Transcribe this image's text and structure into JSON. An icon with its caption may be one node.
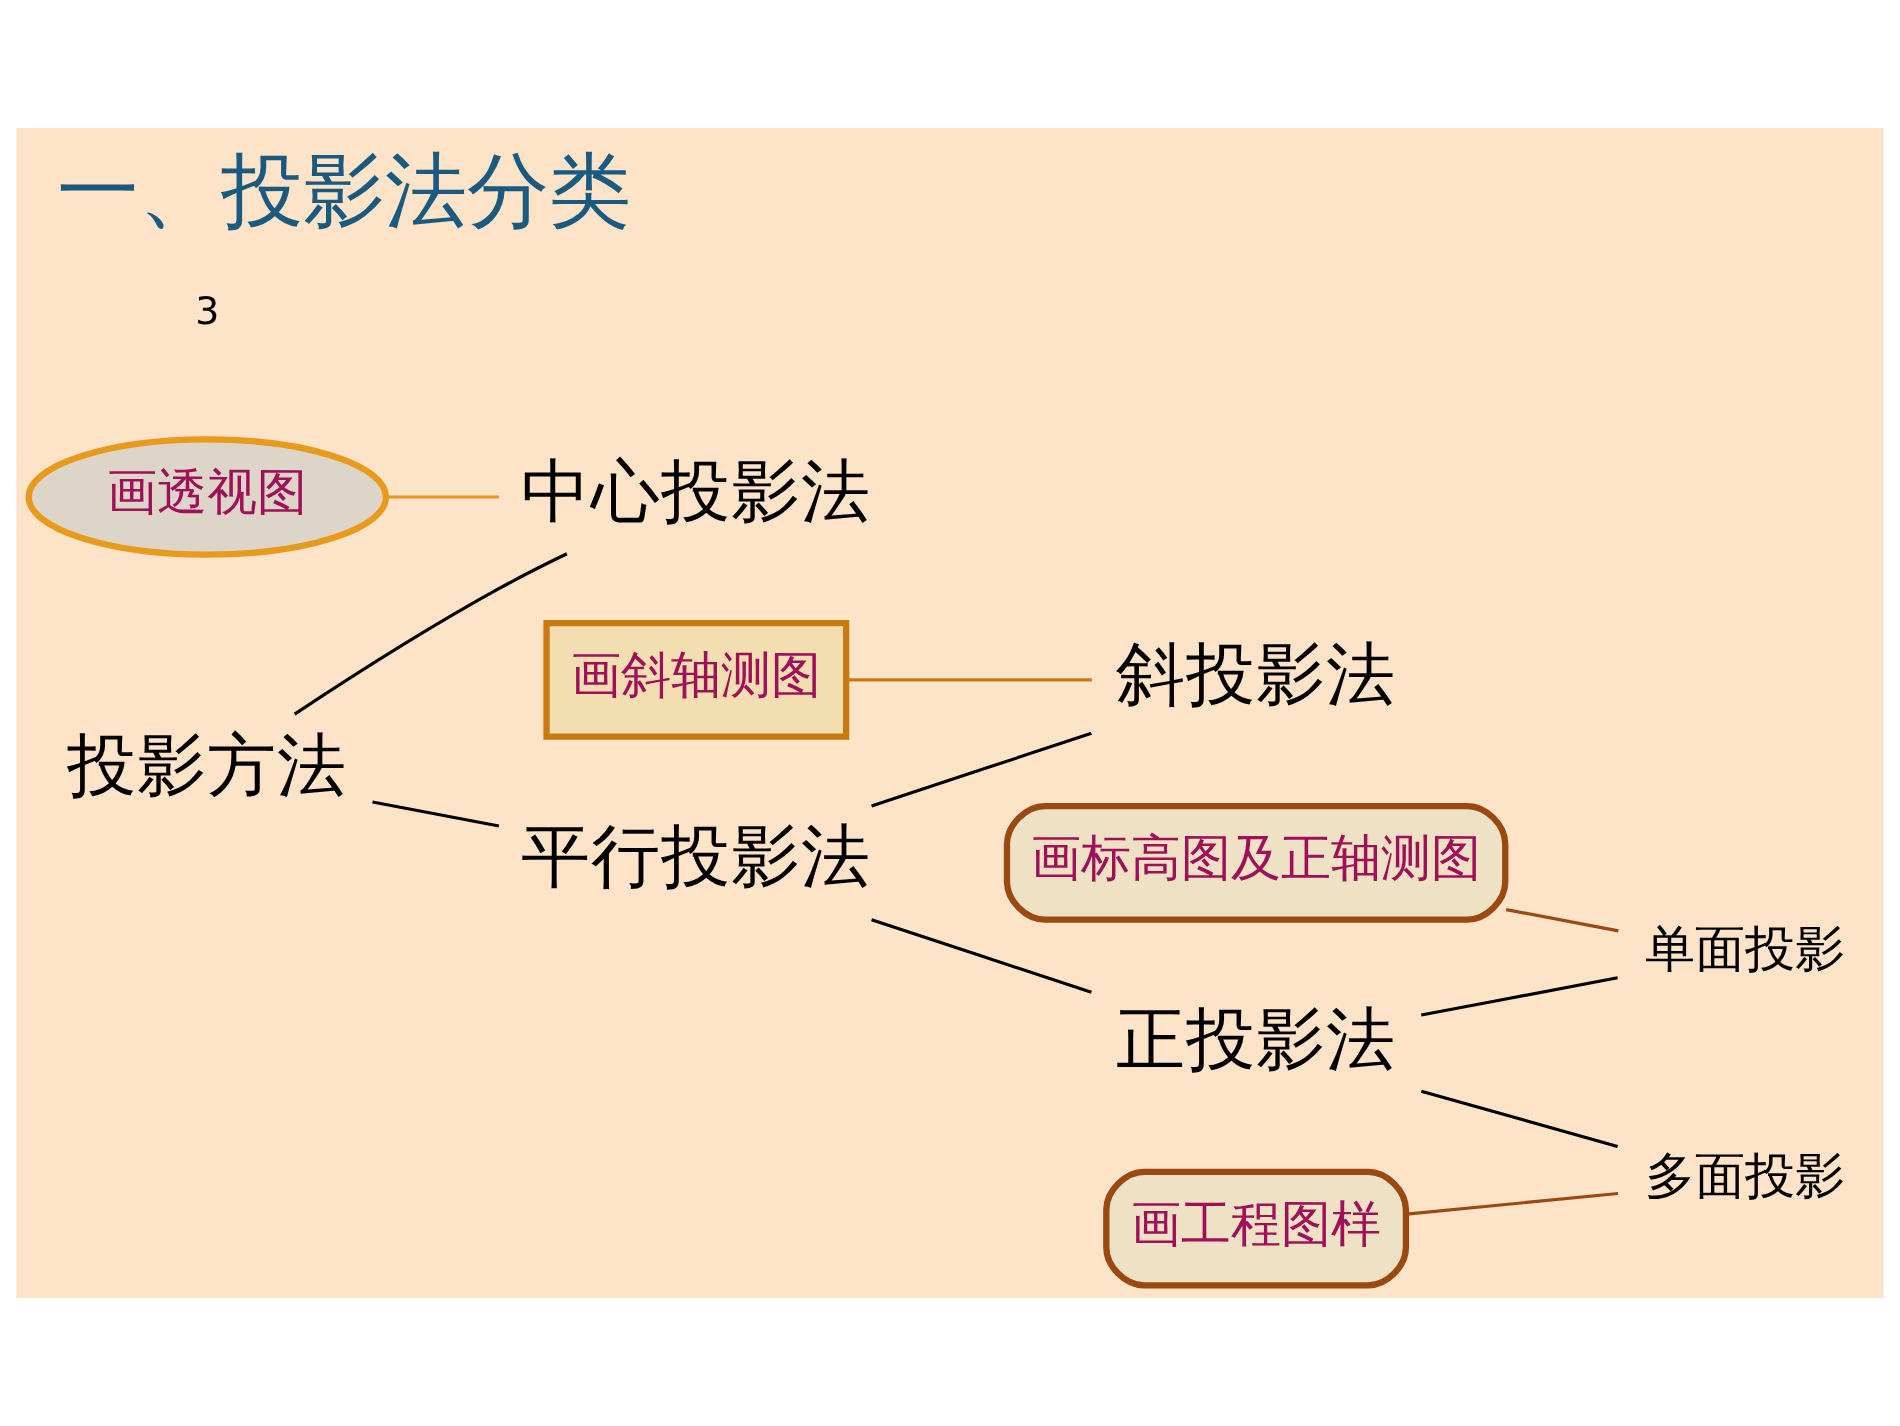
{
  "diagram": {
    "title": "一、投影法分类",
    "nodes": [
      {
        "text": [
          "投影方法"
        ]
      },
      {
        "text": [
          "中心投影法"
        ]
      },
      {
        "text": [
          "平行投影法"
        ]
      },
      {
        "text": [
          "斜投影法"
        ]
      },
      {
        "text": [
          "正投影法"
        ]
      },
      {
        "text": [
          "单面投影"
        ]
      },
      {
        "text": [
          "多面投影"
        ]
      },
      {
        "text": [
          "画透视图"
        ]
      },
      {
        "text": [
          "画斜轴测图"
        ]
      },
      {
        "text": [
          "画标高图及正轴测图"
        ]
      },
      {
        "text": [
          "画工程图样"
        ]
      }
    ],
    "edges": [
      {
        "from": 0,
        "to": 1,
        "arrow": "none"
      },
      {
        "from": 0,
        "to": 2,
        "arrow": "none"
      },
      {
        "from": 2,
        "to": 3,
        "arrow": "none"
      },
      {
        "from": 2,
        "to": 4,
        "arrow": "none"
      },
      {
        "from": 4,
        "to": 5,
        "arrow": "none"
      },
      {
        "from": 4,
        "to": 6,
        "arrow": "none"
      },
      {
        "from": 7,
        "to": 1,
        "arrow": "none",
        "color": "#e89a1c"
      },
      {
        "from": 8,
        "to": 3,
        "arrow": "none",
        "color": "#c87a10"
      },
      {
        "from": 9,
        "to": 5,
        "arrow": "none",
        "color": "#9a4a10"
      },
      {
        "from": 10,
        "to": 6,
        "arrow": "none",
        "color": "#9a4a10"
      }
    ],
    "labels": [
      "3"
    ]
  }
}
